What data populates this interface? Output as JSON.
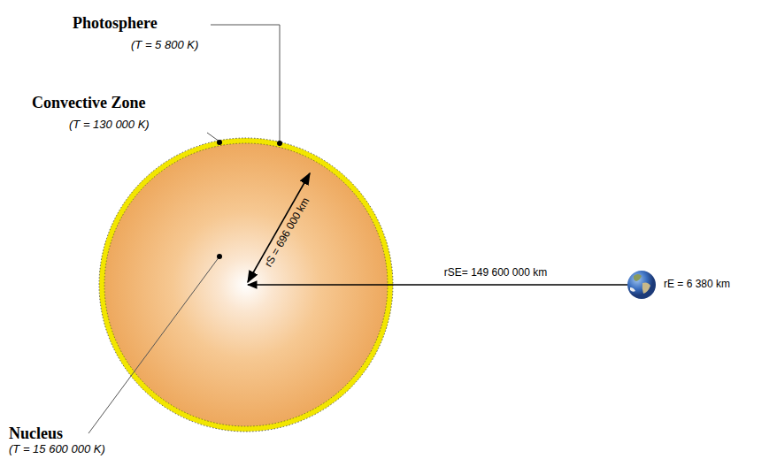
{
  "diagram": {
    "labels": [
      "Photosphere",
      "(T = 5 800 K)",
      "Convective Zone",
      "(T = 130 000 K)",
      "rS = 696 000 km",
      "rSE= 149 600 000 km",
      "rE = 6 380 km",
      "Nucleus",
      "(T = 15 600 000 K)"
    ]
  }
}
